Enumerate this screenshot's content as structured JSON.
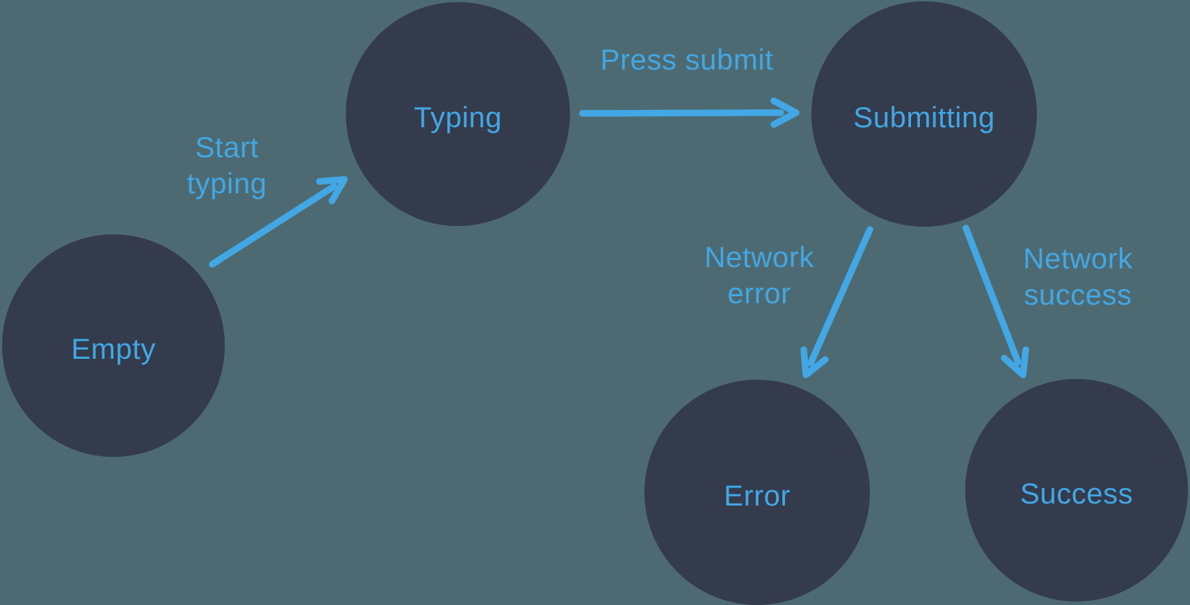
{
  "diagram": {
    "type": "state-machine",
    "states": [
      {
        "id": "empty",
        "label": "Empty"
      },
      {
        "id": "typing",
        "label": "Typing"
      },
      {
        "id": "submitting",
        "label": "Submitting"
      },
      {
        "id": "error",
        "label": "Error"
      },
      {
        "id": "success",
        "label": "Success"
      }
    ],
    "transitions": [
      {
        "id": "start-typing",
        "label": "Start\ntyping",
        "from": "Empty",
        "to": "Typing"
      },
      {
        "id": "press-submit",
        "label": "Press submit",
        "from": "Typing",
        "to": "Submitting"
      },
      {
        "id": "network-error",
        "label": "Network\nerror",
        "from": "Submitting",
        "to": "Error"
      },
      {
        "id": "network-success",
        "label": "Network\nsuccess",
        "from": "Submitting",
        "to": "Success"
      }
    ]
  },
  "colors": {
    "background": "#4d6a72",
    "node-fill": "#333b4c",
    "accent": "#42a7e4"
  }
}
